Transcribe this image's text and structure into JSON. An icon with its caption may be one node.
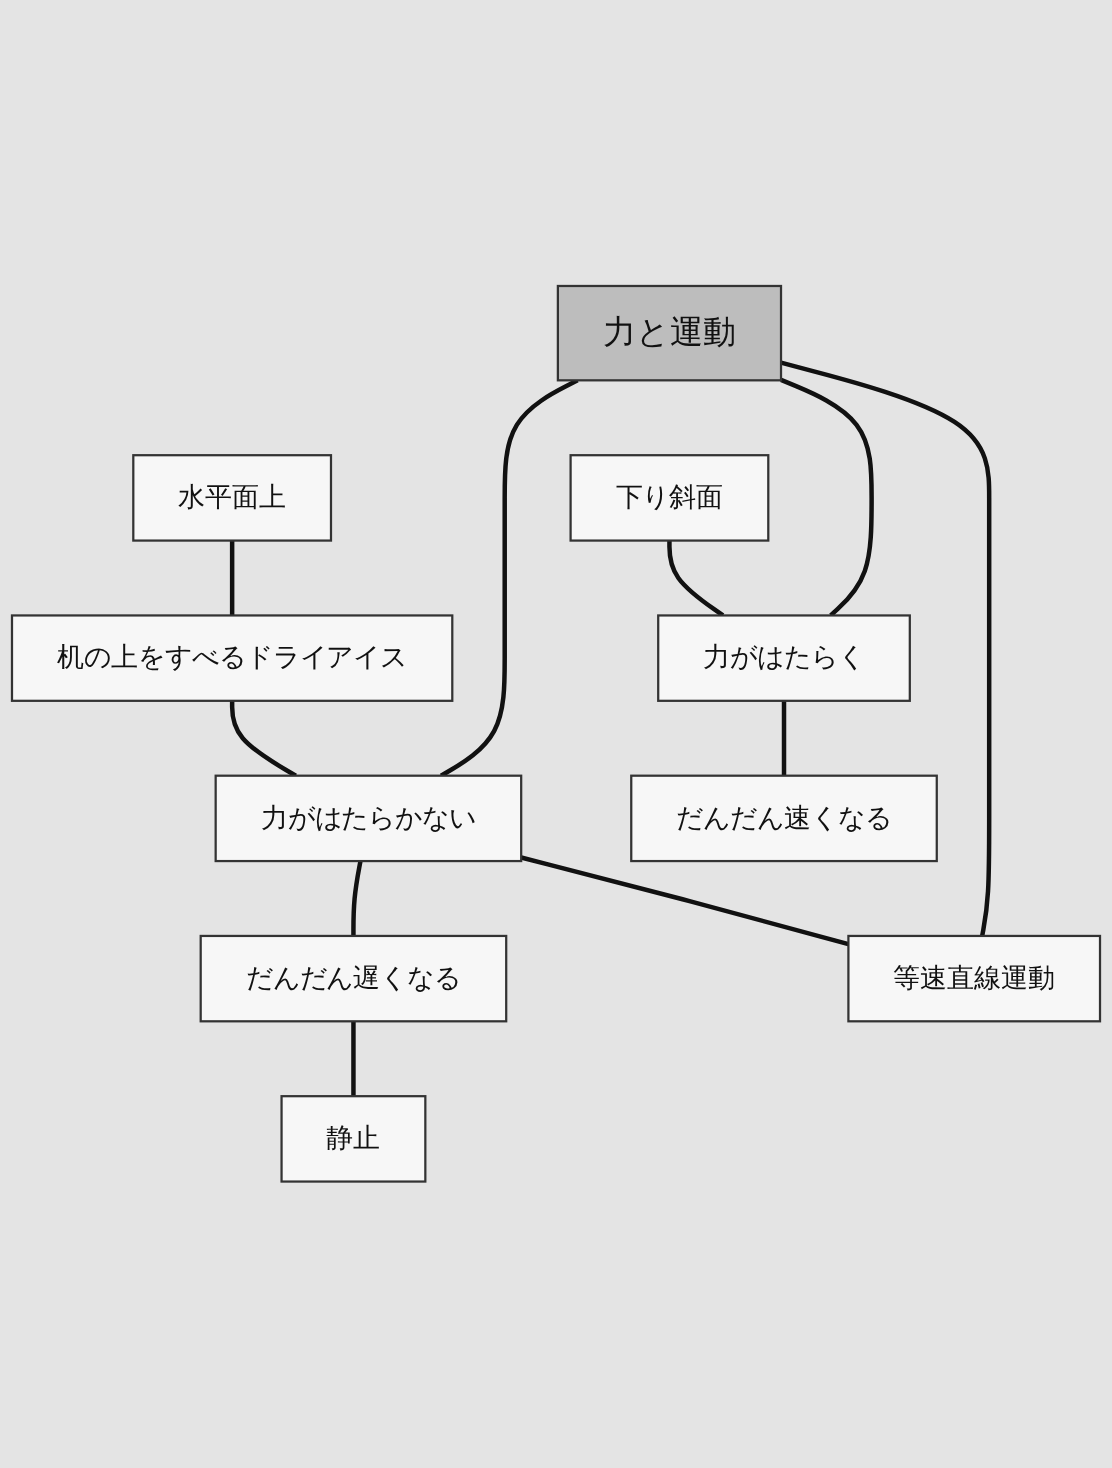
{
  "diagram": {
    "nodes": [
      {
        "text": [
          "力と運動"
        ]
      },
      {
        "text": [
          "水平面上"
        ]
      },
      {
        "text": [
          "下り斜面"
        ]
      },
      {
        "text": [
          "机の上をすべるドライアイス"
        ]
      },
      {
        "text": [
          "力がはたらく"
        ]
      },
      {
        "text": [
          "力がはたらかない"
        ]
      },
      {
        "text": [
          "だんだん速くなる"
        ]
      },
      {
        "text": [
          "だんだん遅くなる"
        ]
      },
      {
        "text": [
          "等速直線運動"
        ]
      },
      {
        "text": [
          "静止"
        ]
      }
    ],
    "edges": [
      {
        "from": 0,
        "to": 5,
        "arrow": "none"
      },
      {
        "from": 0,
        "to": 8,
        "arrow": "none"
      },
      {
        "from": 0,
        "to": 4,
        "arrow": "none"
      },
      {
        "from": 1,
        "to": 3,
        "arrow": "none"
      },
      {
        "from": 3,
        "to": 5,
        "arrow": "none"
      },
      {
        "from": 5,
        "to": 7,
        "arrow": "none"
      },
      {
        "from": 5,
        "to": 8,
        "arrow": "none"
      },
      {
        "from": 7,
        "to": 9,
        "arrow": "none"
      },
      {
        "from": 2,
        "to": 4,
        "arrow": "none"
      },
      {
        "from": 4,
        "to": 6,
        "arrow": "none"
      }
    ]
  }
}
